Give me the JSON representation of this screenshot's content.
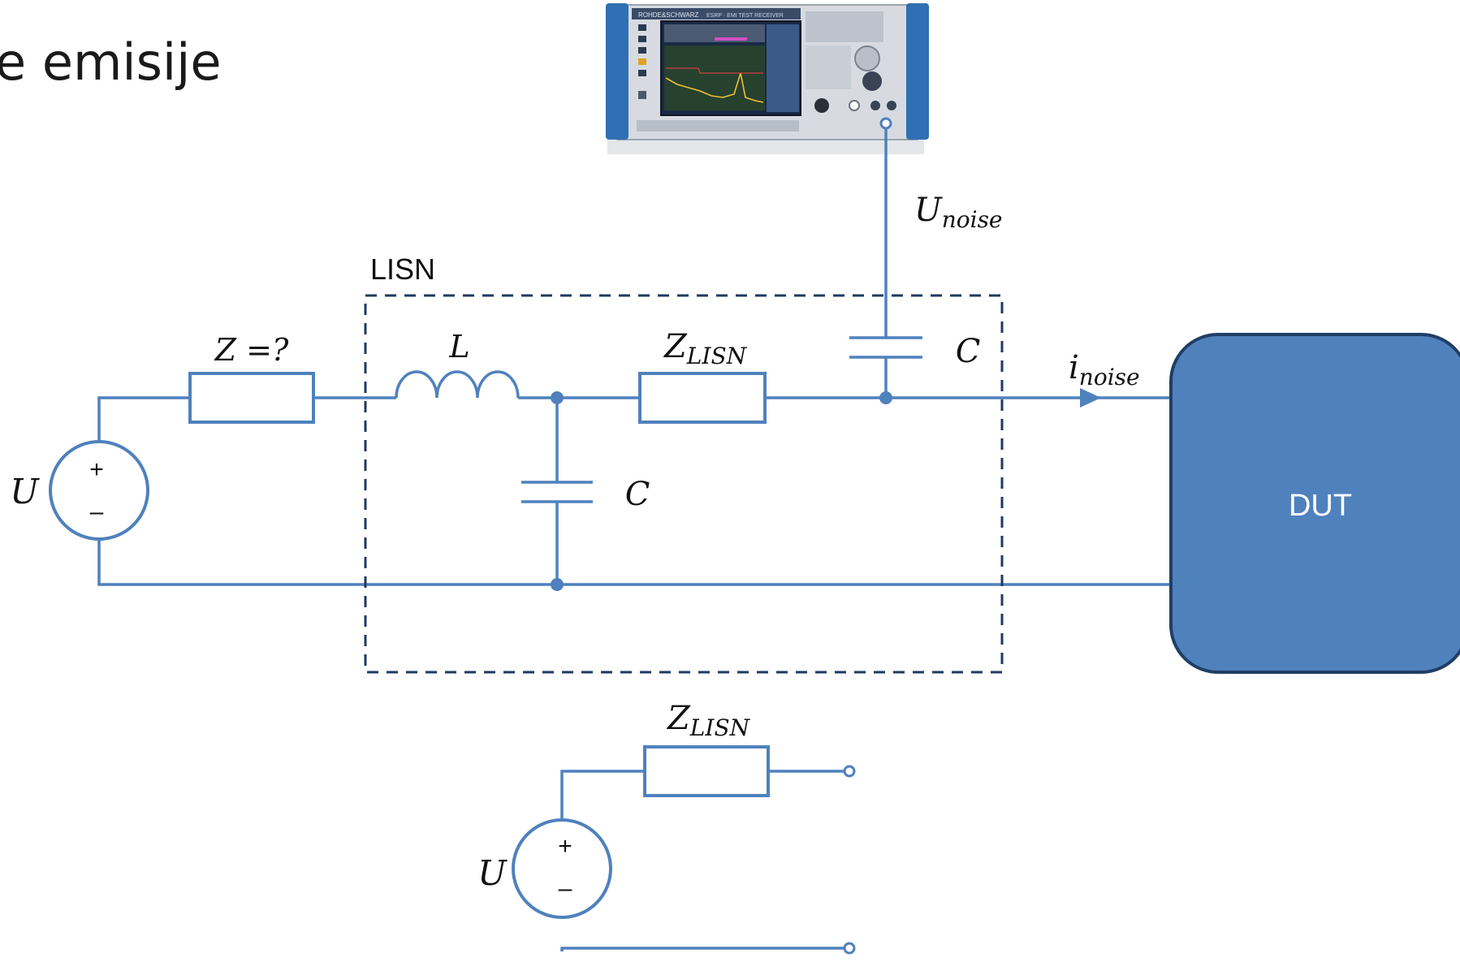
{
  "slide": {
    "title": "e emisije"
  },
  "lisn": {
    "label": "LISN"
  },
  "labels": {
    "source_main": "U",
    "series_impedance": "Z =?",
    "inductor": "L",
    "z_lisn_main": "Z",
    "z_lisn_main_sub": "LISN",
    "cap_shunt": "C",
    "cap_coupling": "C",
    "u_noise": "U",
    "u_noise_sub": "noise",
    "i_noise": "i",
    "i_noise_sub": "noise",
    "plus": "+",
    "minus": "–",
    "dut": "DUT",
    "equiv_source": "U",
    "equiv_z": "Z",
    "equiv_z_sub": "LISN"
  },
  "colors": {
    "wire": "#4f81bd",
    "dut_fill": "#4f81bd",
    "dut_border": "#1f3f66",
    "lisn_border": "#1f3a5f"
  },
  "receiver": {
    "icon": "emi-test-receiver-icon",
    "brand": "ROHDE&SCHWARZ",
    "model": "ESRP · EMI TEST RECEIVER"
  }
}
